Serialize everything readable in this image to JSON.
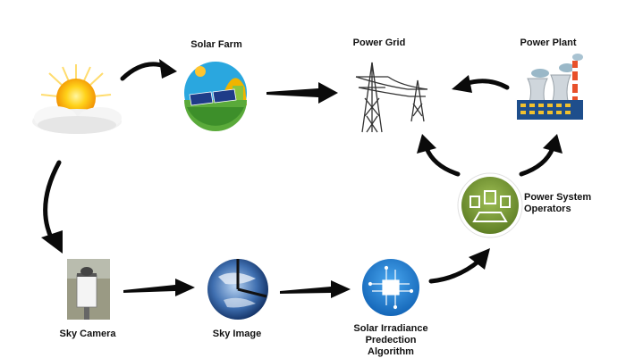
{
  "labels": {
    "solar_farm": "Solar Farm",
    "power_grid": "Power Grid",
    "power_plant": "Power Plant",
    "power_system_operators_line1": "Power System",
    "power_system_operators_line2": "Operators",
    "sky_camera": "Sky Camera",
    "sky_image": "Sky Image",
    "algorithm_line1": "Solar Irradiance",
    "algorithm_line2": "Predection",
    "algorithm_line3": "Algorithm"
  },
  "icons": [
    "sun-cloud-icon",
    "solar-farm-icon",
    "power-grid-icon",
    "power-plant-icon",
    "operators-icon",
    "sky-camera-icon",
    "sky-image-icon",
    "algorithm-chip-icon"
  ],
  "colors": {
    "arrow": "#0a0a0a",
    "solar_sky": "#29a8e0",
    "operators_green": "#7a9a3a",
    "algorithm_blue": "#1e88d8",
    "plant_chimney": "#e8502a"
  }
}
